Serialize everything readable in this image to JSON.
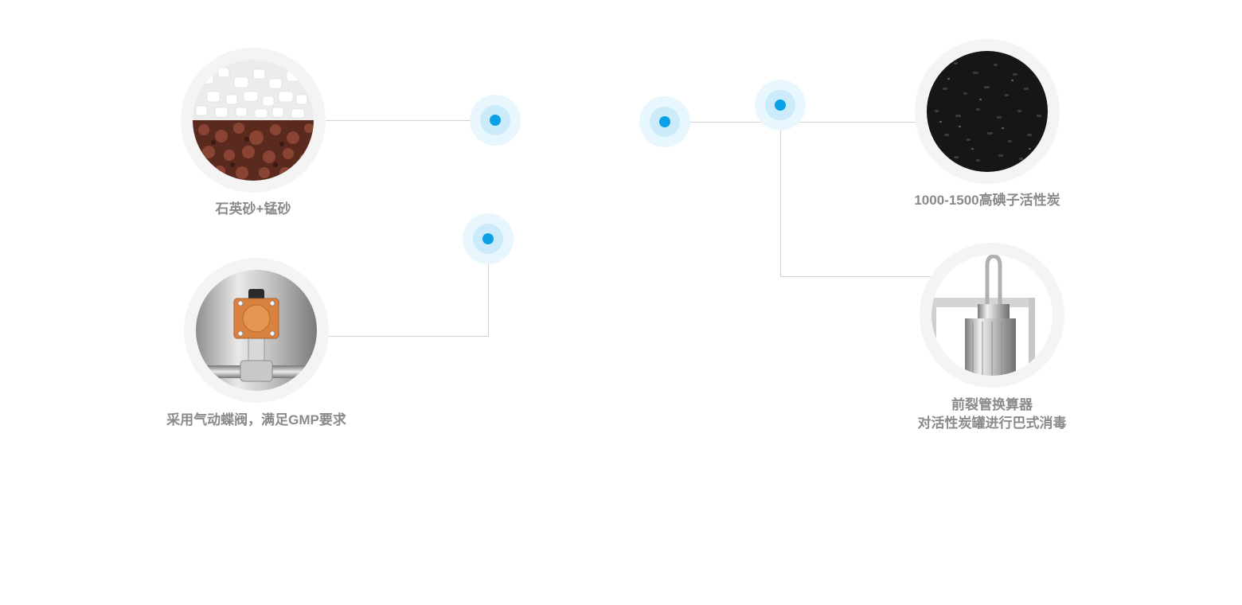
{
  "features": {
    "sand": {
      "caption": "石英砂+锰砂"
    },
    "valve": {
      "caption": "采用气动蝶阀，满足GMP要求"
    },
    "carbon": {
      "caption": "1000-1500高碘子活性炭"
    },
    "exchanger": {
      "caption_line1": "前裂管换算器",
      "caption_line2": "对活性炭罐进行巴式消毒"
    }
  },
  "colors": {
    "marker": "#0aa0e6",
    "connector": "#d2d2d2",
    "caption": "#8a8a8a"
  }
}
